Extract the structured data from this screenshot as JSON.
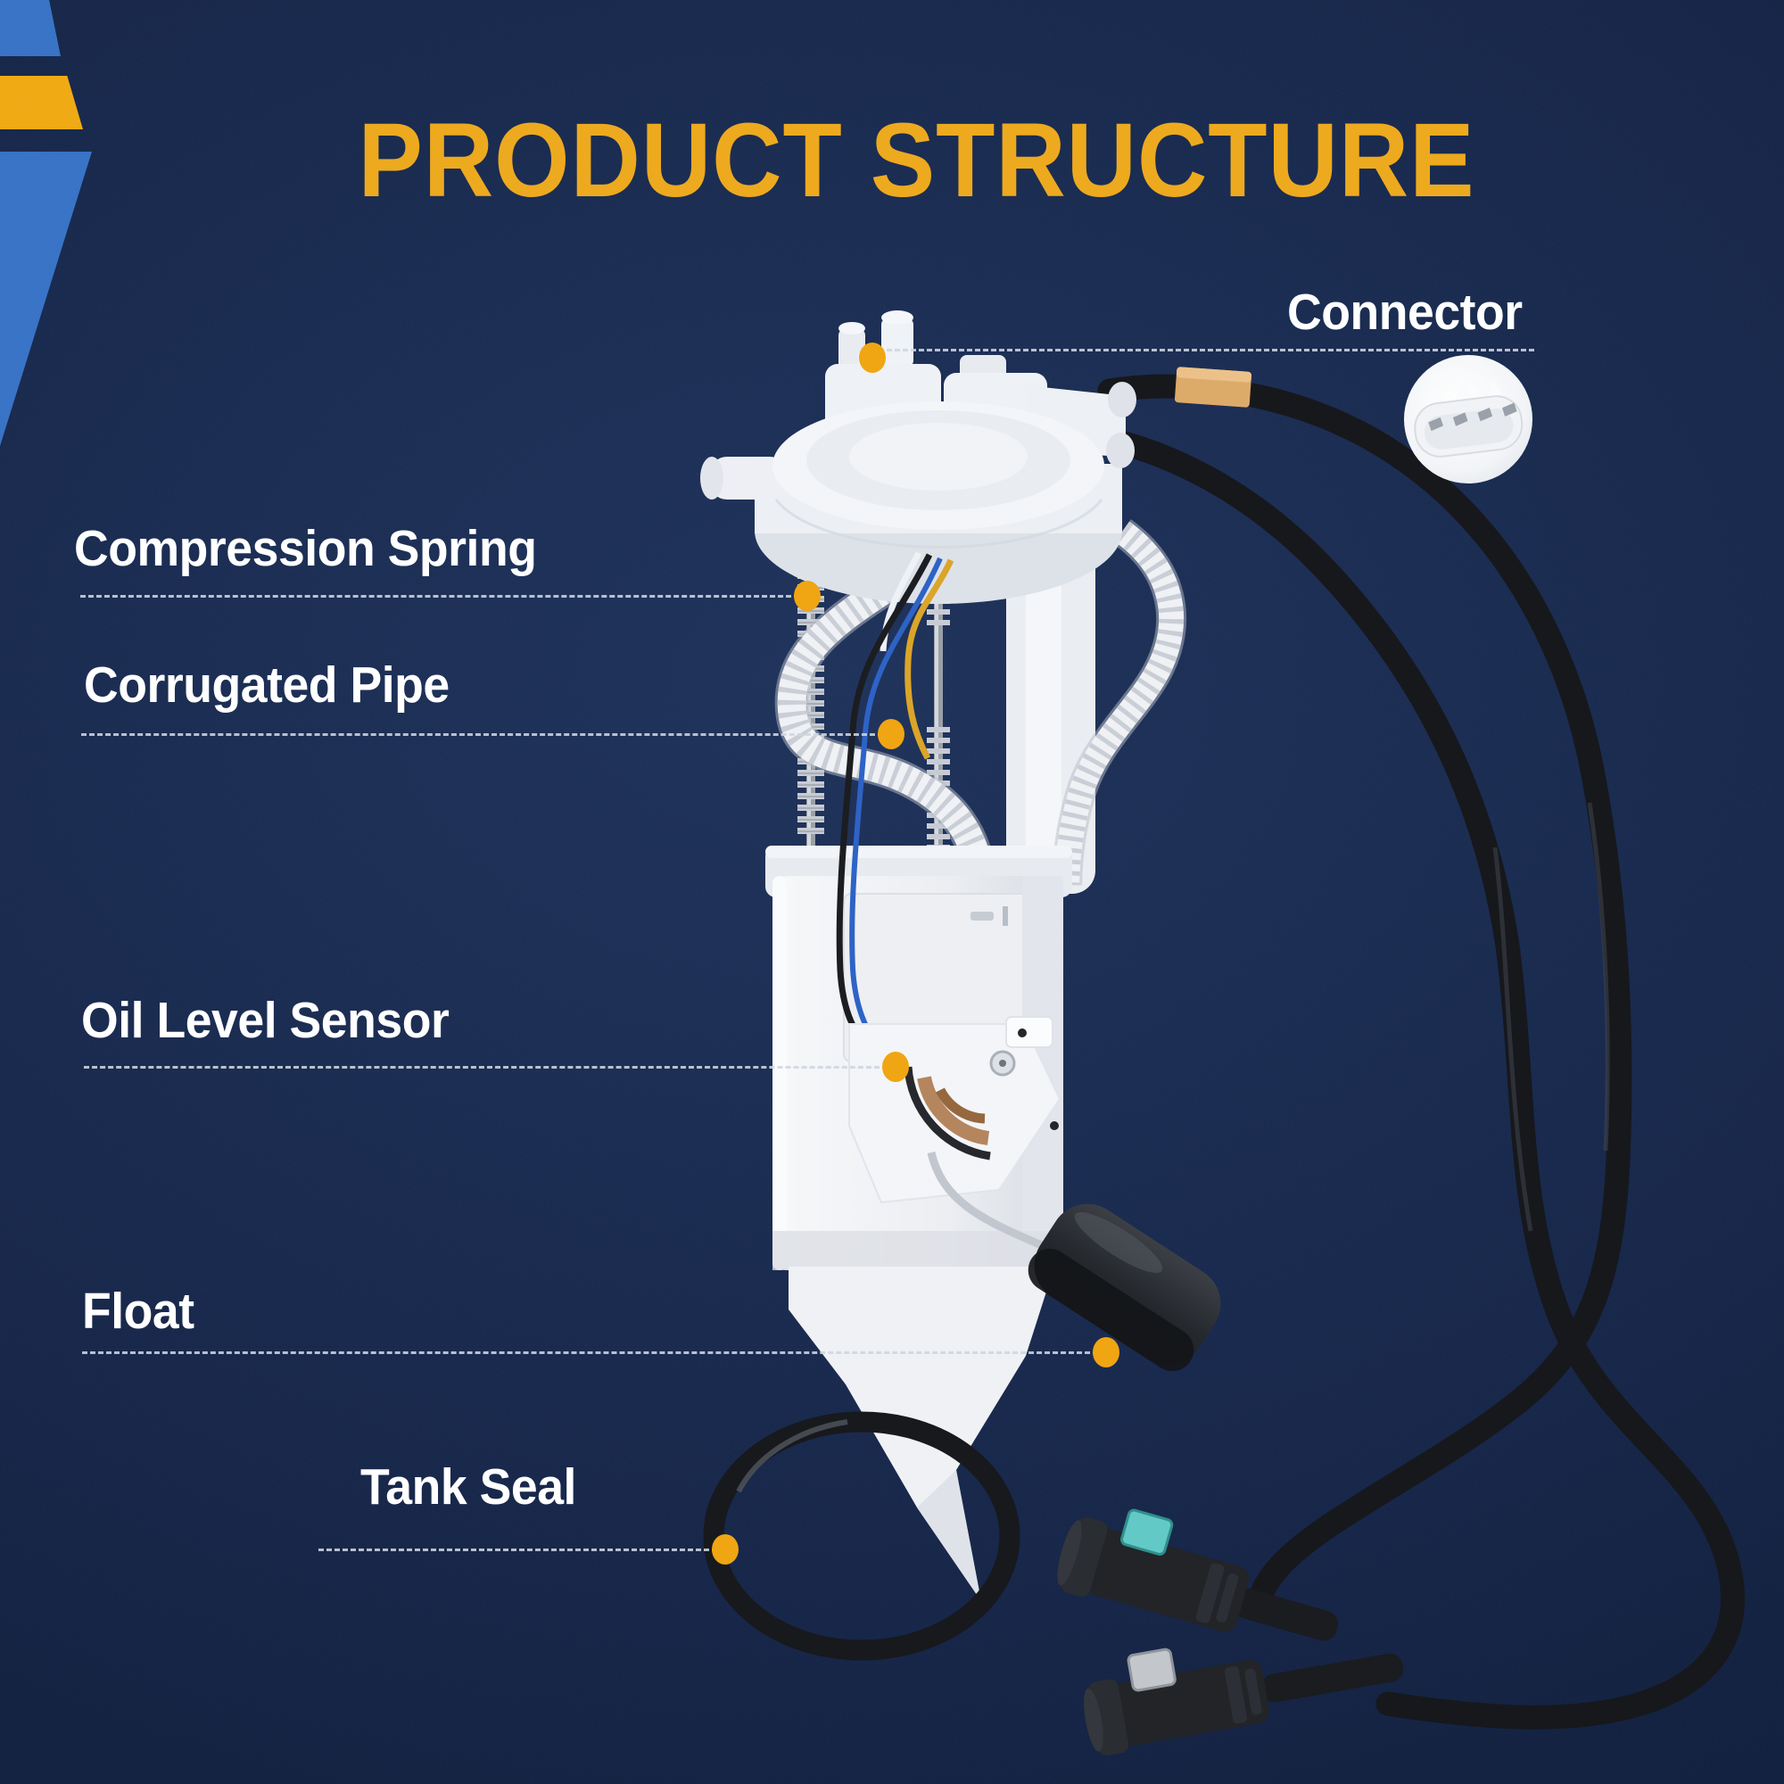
{
  "title": "PRODUCT STRUCTURE",
  "callouts": [
    {
      "label": "Connector"
    },
    {
      "label": "Compression Spring"
    },
    {
      "label": "Corrugated Pipe"
    },
    {
      "label": "Oil Level Sensor"
    },
    {
      "label": "Float"
    },
    {
      "label": "Tank Seal"
    }
  ],
  "illustration": {
    "subject": "fuel-pump-module-assembly",
    "parts": [
      "electrical-connector",
      "compression-spring",
      "corrugated-pipe",
      "oil-level-sensor",
      "float",
      "tank-seal-o-ring",
      "fuel-hoses",
      "quick-connect-fittings",
      "pump-canister",
      "mounting-flange"
    ]
  },
  "colors": {
    "background_navy": "#14254a",
    "accent_yellow": "#edaa1f",
    "callout_dot": "#f0a513",
    "label_white": "#ffffff",
    "decor_blue": "#3470c5",
    "decor_yellow": "#f0a80f",
    "hose_black": "#17191d",
    "plastic_white": "#f2f4f7",
    "teal_fitting_tab": "#63c9c6",
    "gray_fitting_tab": "#c3c7cc",
    "sensor_copper": "#b5855e",
    "heat_shrink_tan": "#ddab69"
  }
}
